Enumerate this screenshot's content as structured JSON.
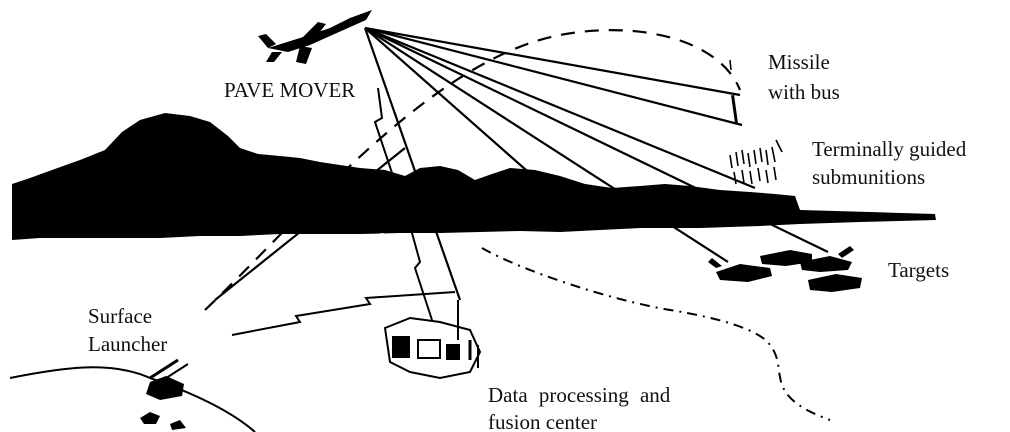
{
  "labels": {
    "pave_mover": "PAVE MOVER",
    "missile_line1": "Missile",
    "missile_line2": "with bus",
    "submunitions_line1": "Terminally guided",
    "submunitions_line2": "submunitions",
    "targets": "Targets",
    "launcher_line1": "Surface",
    "launcher_line2": "Launcher",
    "data_center_line1": "Data  processing  and",
    "data_center_line2": "fusion center"
  },
  "colors": {
    "ink": "#000000",
    "background": "#ffffff"
  }
}
